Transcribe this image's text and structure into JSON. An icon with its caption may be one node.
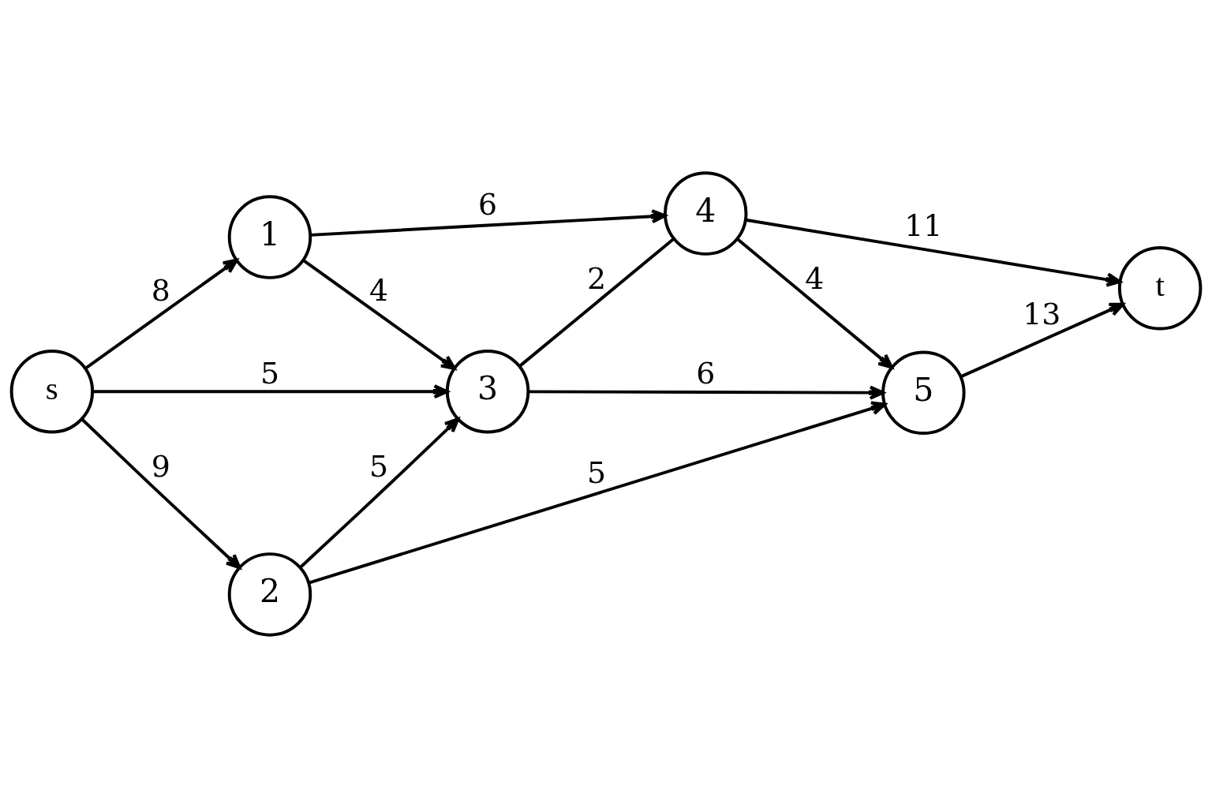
{
  "diagram": {
    "nodes": [
      {
        "text": [
          "s"
        ]
      },
      {
        "text": [
          "1"
        ]
      },
      {
        "text": [
          "2"
        ]
      },
      {
        "text": [
          "3"
        ]
      },
      {
        "text": [
          "4"
        ]
      },
      {
        "text": [
          "5"
        ]
      },
      {
        "text": [
          "t"
        ]
      }
    ],
    "edges": [
      {
        "from": 0,
        "to": 1,
        "arrow": "to",
        "label": "8"
      },
      {
        "from": 0,
        "to": 3,
        "arrow": "to",
        "label": "5"
      },
      {
        "from": 0,
        "to": 2,
        "arrow": "to",
        "label": "9"
      },
      {
        "from": 1,
        "to": 4,
        "arrow": "to",
        "label": "6"
      },
      {
        "from": 1,
        "to": 3,
        "arrow": "to",
        "label": "4"
      },
      {
        "from": 2,
        "to": 3,
        "arrow": "to",
        "label": "5"
      },
      {
        "from": 2,
        "to": 5,
        "arrow": "to",
        "label": "5"
      },
      {
        "from": 3,
        "to": 4,
        "arrow": "none",
        "label": "2"
      },
      {
        "from": 3,
        "to": 5,
        "arrow": "to",
        "label": "6"
      },
      {
        "from": 4,
        "to": 5,
        "arrow": "to",
        "label": "4"
      },
      {
        "from": 4,
        "to": 6,
        "arrow": "to",
        "label": "11"
      },
      {
        "from": 5,
        "to": 6,
        "arrow": "to",
        "label": "13"
      }
    ]
  }
}
